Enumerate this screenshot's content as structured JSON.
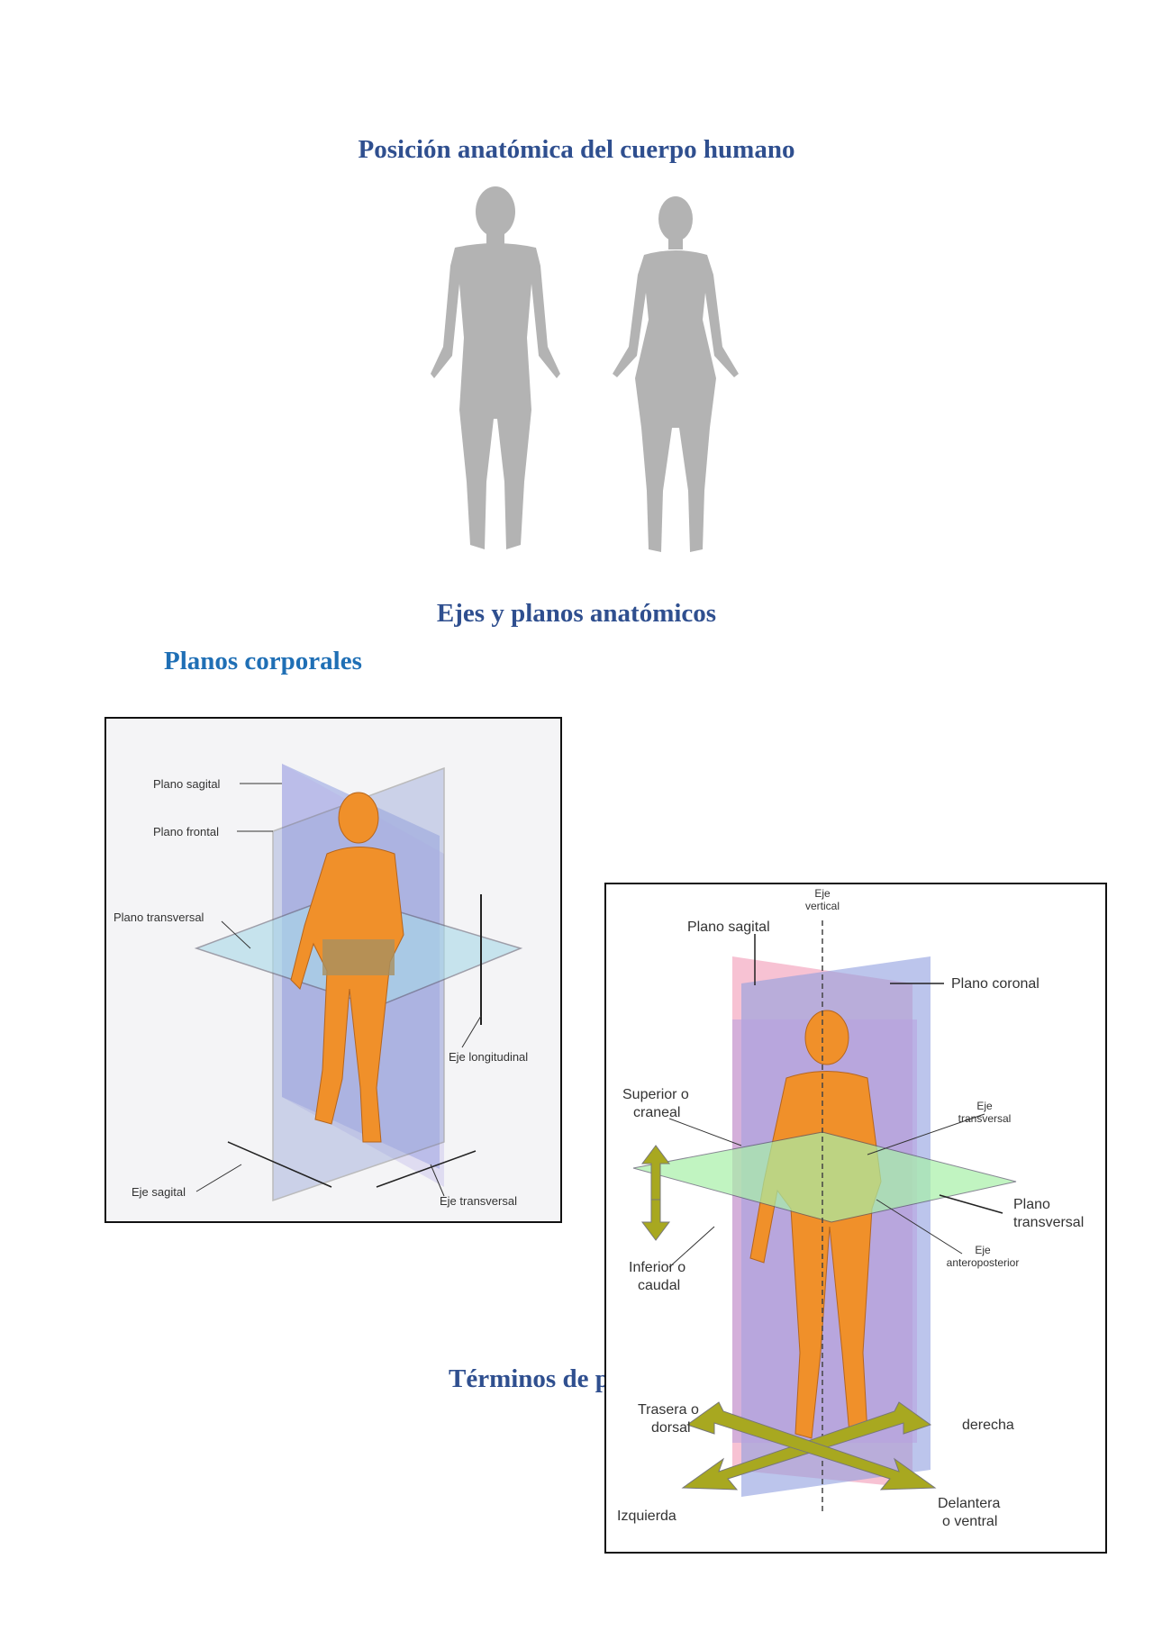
{
  "headings": {
    "title": "Posición anatómica del cuerpo humano",
    "ejes": "Ejes y planos anatómicos",
    "planos": "Planos corporales",
    "terminos": "Términos de p"
  },
  "figure1": {
    "plano_sagital": "Plano sagital",
    "plano_frontal": "Plano frontal",
    "plano_transversal": "Plano transversal",
    "eje_longitudinal": "Eje longitudinal",
    "eje_sagital": "Eje sagital",
    "eje_transversal": "Eje transversal"
  },
  "figure2": {
    "eje_vertical_1": "Eje",
    "eje_vertical_2": "vertical",
    "plano_sagital": "Plano sagital",
    "plano_coronal": "Plano coronal",
    "superior_1": "Superior o",
    "superior_2": "craneal",
    "eje_transversal_1": "Eje",
    "eje_transversal_2": "transversal",
    "plano_transversal_1": "Plano",
    "plano_transversal_2": "transversal",
    "eje_ap_1": "Eje",
    "eje_ap_2": "anteroposterior",
    "inferior_1": "Inferior o",
    "inferior_2": "caudal",
    "trasera_1": "Trasera o",
    "trasera_2": "dorsal",
    "derecha": "derecha",
    "izquierda": "Izquierda",
    "delantera_1": "Delantera",
    "delantera_2": "o ventral"
  },
  "colors": {
    "heading": "#2f4f8f",
    "subheading": "#1f6fb5",
    "silhouette": "#b3b3b3",
    "body_orange": "#f0902a",
    "plane_blue": "#8f9fe0",
    "plane_pink": "#f4a8c0",
    "plane_green": "#a8f0a8",
    "arrow_olive": "#a8a820"
  }
}
